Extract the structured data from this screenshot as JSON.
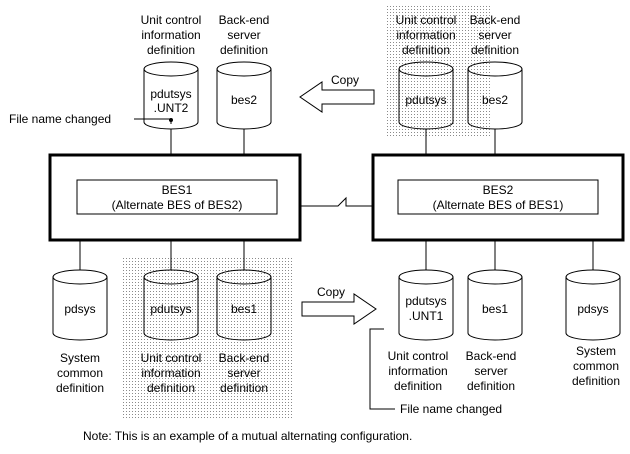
{
  "defs": {
    "unit_control": [
      "Unit control",
      "information",
      "definition"
    ],
    "backend": [
      "Back-end",
      "server",
      "definition"
    ],
    "system_common": [
      "System",
      "common",
      "definition"
    ]
  },
  "servers": {
    "bes1": {
      "title": "BES1",
      "subtitle": "(Alternate BES of BES2)"
    },
    "bes2": {
      "title": "BES2",
      "subtitle": "(Alternate BES of BES1)"
    }
  },
  "disks": {
    "pdutsys_unt2": [
      "pdutsys",
      ".UNT2"
    ],
    "bes2": "bes2",
    "copy_pdutsys": "pdutsys",
    "copy_bes2": "bes2",
    "pdsys_left": "pdsys",
    "shaded_pdutsys": "pdutsys",
    "shaded_bes1": "bes1",
    "pdutsys_unt1": [
      "pdutsys",
      ".UNT1"
    ],
    "bes1_right": "bes1",
    "pdsys_right": "pdsys"
  },
  "arrows": {
    "copy_top": "Copy",
    "copy_bottom": "Copy"
  },
  "callouts": {
    "renamed_top": "File name changed",
    "renamed_bottom": "File name changed"
  },
  "note": "Note: This is an example of a mutual alternating configuration.",
  "colors": {
    "line": "#000000",
    "shade": "#b8b8b8",
    "background": "#ffffff"
  }
}
